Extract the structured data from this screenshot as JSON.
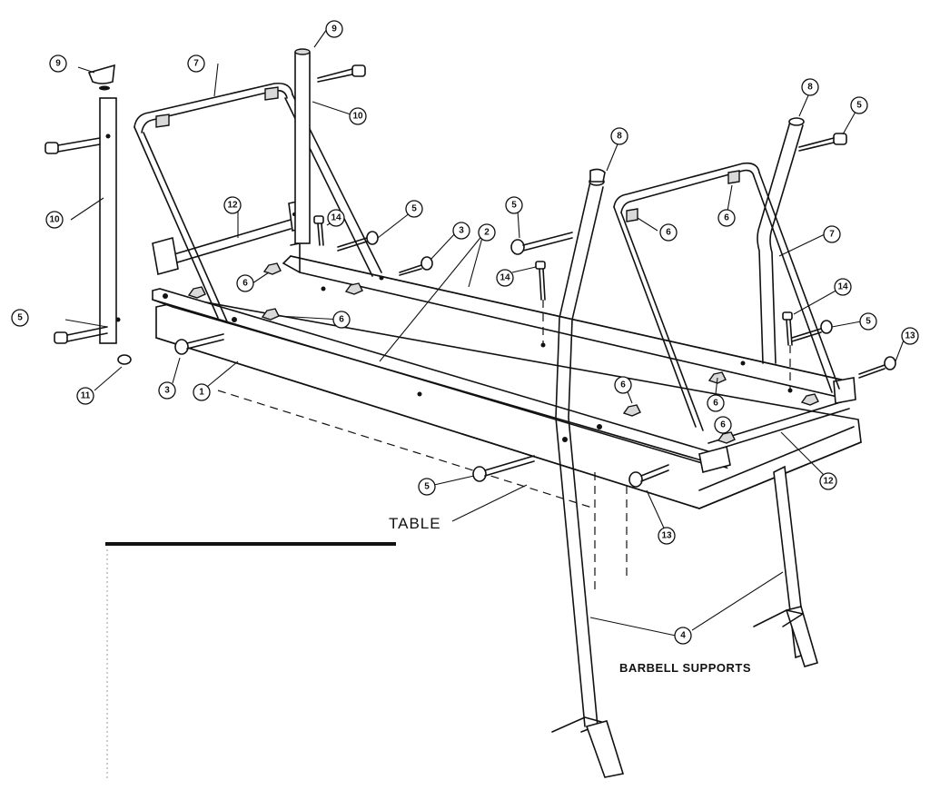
{
  "labels": {
    "table": "TABLE",
    "barbell_supports": "BARBELL SUPPORTS"
  },
  "callouts": [
    "1",
    "2",
    "3",
    "3",
    "4",
    "5",
    "5",
    "5",
    "5",
    "5",
    "5",
    "6",
    "6",
    "6",
    "6",
    "6",
    "6",
    "6",
    "7",
    "7",
    "8",
    "8",
    "9",
    "9",
    "10",
    "10",
    "11",
    "12",
    "12",
    "13",
    "13",
    "14",
    "14",
    "14"
  ]
}
